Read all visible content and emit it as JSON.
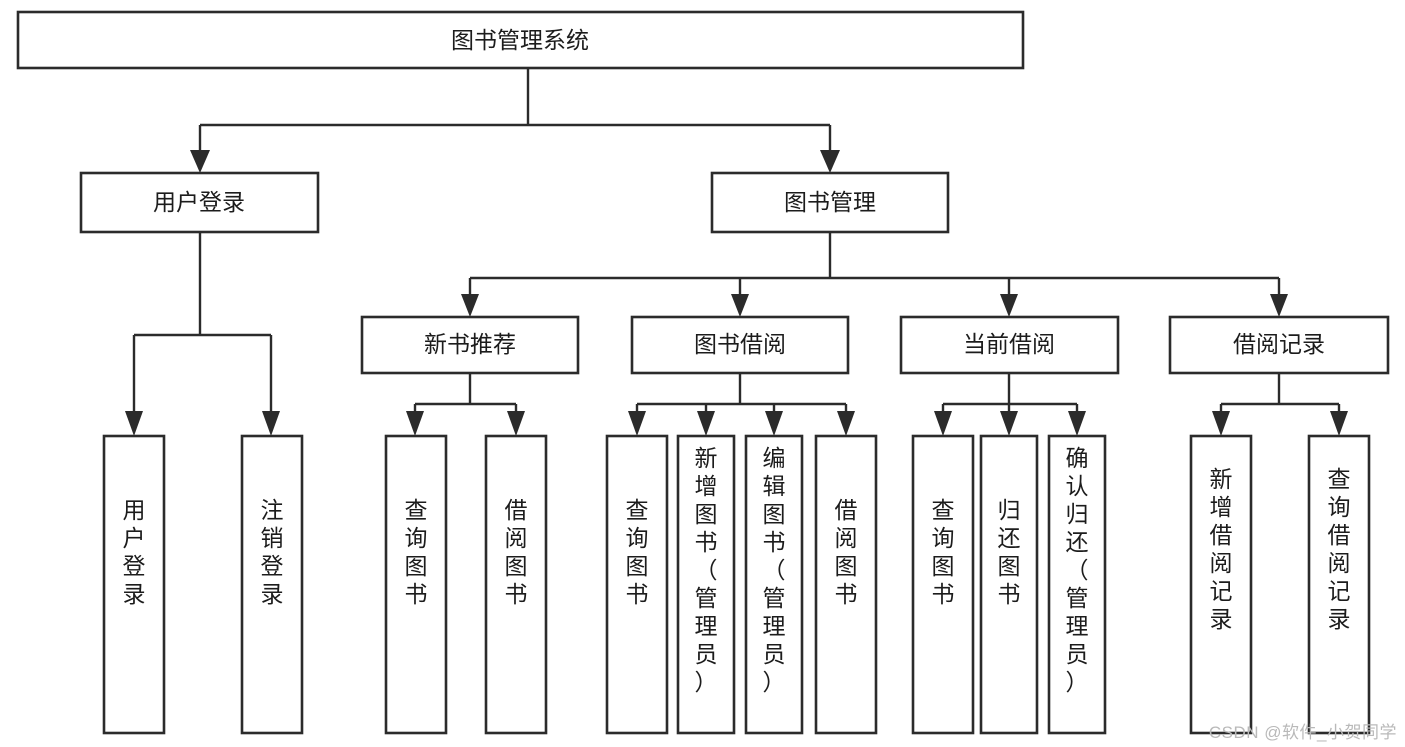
{
  "diagram": {
    "title": "图书管理系统",
    "type": "hierarchy-tree",
    "watermark": "CSDN @软件_小贺同学",
    "colors": {
      "background": "#ffffff",
      "box_fill": "#ffffff",
      "box_stroke": "#2b2b2b",
      "text": "#1c1c1c",
      "watermark": "#b9b9b9"
    },
    "nodes": {
      "root": {
        "id": "root",
        "label": "图书管理系统",
        "level": 0,
        "orientation": "horizontal"
      },
      "level1": [
        {
          "id": "user-login",
          "label": "用户登录",
          "level": 1,
          "orientation": "horizontal"
        },
        {
          "id": "book-manage",
          "label": "图书管理",
          "level": 1,
          "orientation": "horizontal"
        }
      ],
      "level2": [
        {
          "id": "new-book-recommend",
          "label": "新书推荐",
          "level": 2,
          "orientation": "horizontal",
          "parent": "book-manage"
        },
        {
          "id": "book-borrow",
          "label": "图书借阅",
          "level": 2,
          "orientation": "horizontal",
          "parent": "book-manage"
        },
        {
          "id": "current-borrow",
          "label": "当前借阅",
          "level": 2,
          "orientation": "horizontal",
          "parent": "book-manage"
        },
        {
          "id": "borrow-record",
          "label": "借阅记录",
          "level": 2,
          "orientation": "horizontal",
          "parent": "book-manage"
        }
      ],
      "leaves": [
        {
          "id": "leaf-user-login",
          "label": "用户登录",
          "orientation": "vertical",
          "parent": "user-login"
        },
        {
          "id": "leaf-logout",
          "label": "注销登录",
          "orientation": "vertical",
          "parent": "user-login"
        },
        {
          "id": "leaf-query-book-1",
          "label": "查询图书",
          "orientation": "vertical",
          "parent": "new-book-recommend"
        },
        {
          "id": "leaf-borrow-book-1",
          "label": "借阅图书",
          "orientation": "vertical",
          "parent": "new-book-recommend"
        },
        {
          "id": "leaf-query-book-2",
          "label": "查询图书",
          "orientation": "vertical",
          "parent": "book-borrow"
        },
        {
          "id": "leaf-add-book",
          "label": "新增图书（管理员）",
          "orientation": "vertical",
          "parent": "book-borrow"
        },
        {
          "id": "leaf-edit-book",
          "label": "编辑图书（管理员）",
          "orientation": "vertical",
          "parent": "book-borrow"
        },
        {
          "id": "leaf-borrow-book-2",
          "label": "借阅图书",
          "orientation": "vertical",
          "parent": "book-borrow"
        },
        {
          "id": "leaf-query-book-3",
          "label": "查询图书",
          "orientation": "vertical",
          "parent": "current-borrow"
        },
        {
          "id": "leaf-return-book",
          "label": "归还图书",
          "orientation": "vertical",
          "parent": "current-borrow"
        },
        {
          "id": "leaf-confirm-return",
          "label": "确认归还（管理员）",
          "orientation": "vertical",
          "parent": "current-borrow"
        },
        {
          "id": "leaf-add-record",
          "label": "新增借阅记录",
          "orientation": "vertical",
          "parent": "borrow-record"
        },
        {
          "id": "leaf-query-record",
          "label": "查询借阅记录",
          "orientation": "vertical",
          "parent": "borrow-record"
        }
      ]
    }
  }
}
